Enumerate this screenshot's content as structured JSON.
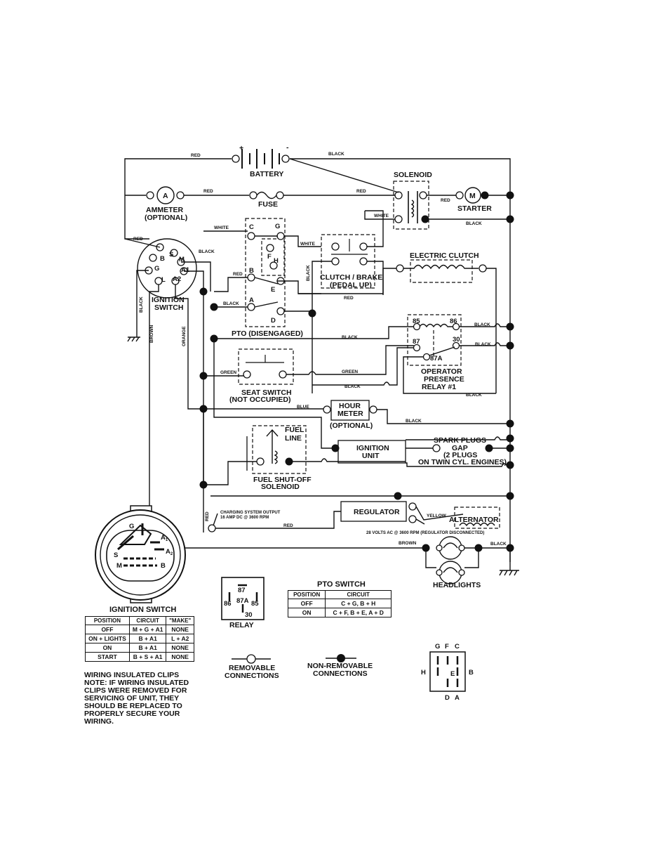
{
  "labels": {
    "battery": "BATTERY",
    "plus": "+",
    "minus": "-",
    "solenoid": "SOLENOID",
    "ammeter": "AMMETER",
    "ammeter_optional": "(OPTIONAL)",
    "ammeter_symbol": "A",
    "fuse": "FUSE",
    "starter": "STARTER",
    "starter_symbol": "M",
    "ignition_switch_1": "IGNITION",
    "ignition_switch_2": "SWITCH",
    "clutch_brake_1": "CLUTCH / BRAKE",
    "clutch_brake_2": "(PEDAL UP)",
    "electric_clutch": "ELECTRIC CLUTCH",
    "pto": "PTO (DISENGAGED)",
    "operator_1": "OPERATOR",
    "operator_2": "PRESENCE",
    "operator_3": "RELAY #1",
    "seat_1": "SEAT SWITCH",
    "seat_2": "(NOT OCCUPIED)",
    "hour_1": "HOUR",
    "hour_2": "METER",
    "hour_3": "(OPTIONAL)",
    "fuel_1": "FUEL",
    "fuel_2": "LINE",
    "ign_unit_1": "IGNITION",
    "ign_unit_2": "UNIT",
    "spark_1": "SPARK PLUGS",
    "spark_2": "GAP",
    "spark_3": "(2 PLUGS",
    "spark_4": "ON TWIN CYL. ENGINES)",
    "fuel_sol_1": "FUEL SHUT-OFF",
    "fuel_sol_2": "SOLENOID",
    "regulator": "REGULATOR",
    "alternator": "ALTERNATOR",
    "charging_1": "CHARGING SYSTEM OUTPUT",
    "charging_2": "16 AMP DC @ 3600 RPM",
    "alt_volts": "28 VOLTS AC @ 3600 RPM (REGULATOR DISCONNECTED)",
    "headlights": "HEADLIGHTS",
    "relay": "RELAY",
    "removable_1": "REMOVABLE",
    "removable_2": "CONNECTIONS",
    "nonremovable_1": "NON-REMOVABLE",
    "nonremovable_2": "CONNECTIONS",
    "pto_switch": "PTO SWITCH",
    "ignition_switch_title": "IGNITION SWITCH"
  },
  "wires": {
    "red": "RED",
    "black": "BLACK",
    "white": "WHITE",
    "green": "GREEN",
    "blue": "BLUE",
    "brown": "BROWN",
    "orange": "ORANGE",
    "yellow": "YELLOW"
  },
  "terminals": {
    "ign_b": "B",
    "ign_s": "S",
    "ign_m": "M",
    "ign_g": "G",
    "ign_l": "L",
    "ign_a1": "A1",
    "ign_a2": "A2",
    "pto_c": "C",
    "pto_g": "G",
    "pto_f": "F",
    "pto_h": "H",
    "pto_b": "B",
    "pto_e": "E",
    "pto_a": "A",
    "pto_d": "D",
    "r85": "85",
    "r86": "86",
    "r87": "87",
    "r30": "30",
    "r87a": "87A",
    "sym_g": "G",
    "sym_a1": "A",
    "sym_a1_sub": "1",
    "sym_a2": "A",
    "sym_a2_sub": "2",
    "sym_s": "S",
    "sym_m": "M",
    "sym_b": "B",
    "relay_87": "87",
    "relay_86": "86",
    "relay_87a": "87A",
    "relay_85": "85",
    "relay_30": "30",
    "plug_g": "G",
    "plug_f": "F",
    "plug_c": "C",
    "plug_h": "H",
    "plug_b": "B",
    "plug_e": "E",
    "plug_d": "D",
    "plug_a": "A"
  },
  "pto_table": {
    "headers": [
      "POSITION",
      "CIRCUIT"
    ],
    "rows": [
      [
        "OFF",
        "C + G, B + H"
      ],
      [
        "ON",
        "C + F, B + E, A + D"
      ]
    ]
  },
  "ignition_table": {
    "headers": [
      "POSITION",
      "CIRCUIT",
      "\"MAKE\""
    ],
    "rows": [
      [
        "OFF",
        "M + G + A1",
        "NONE"
      ],
      [
        "ON + LIGHTS",
        "B + A1",
        "L + A2"
      ],
      [
        "ON",
        "B + A1",
        "NONE"
      ],
      [
        "START",
        "B + S + A1",
        "NONE"
      ]
    ]
  },
  "note": {
    "heading": "WIRING INSULATED CLIPS",
    "body": "NOTE: IF WIRING INSULATED CLIPS WERE REMOVED FOR SERVICING OF UNIT, THEY SHOULD BE REPLACED TO PROPERLY SECURE YOUR WIRING."
  }
}
